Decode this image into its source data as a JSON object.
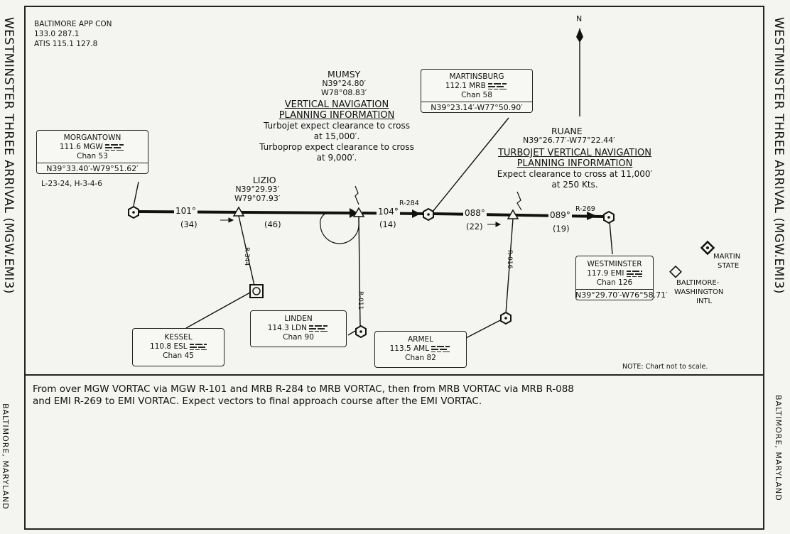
{
  "titles": {
    "left_title": "WESTMINSTER THREE ARRIVAL (MGW.EMI3)",
    "right_title": "WESTMINSTER THREE ARRIVAL (MGW.EMI3)",
    "left_location": "BALTIMORE, MARYLAND",
    "right_location": "BALTIMORE, MARYLAND"
  },
  "comms": {
    "approach_name": "BALTIMORE APP CON",
    "approach_freqs": "133.0 287.1",
    "atis": "ATIS 115.1 127.8"
  },
  "north_label": "N",
  "navaids": {
    "morgantown": {
      "name": "MORGANTOWN",
      "freq": "111.6 MGW",
      "chan": "Chan 53",
      "coords": "N39°33.40′-W79°51.62′",
      "extra": "L-23-24, H-3-4-6"
    },
    "martinsburg": {
      "name": "MARTINSBURG",
      "freq": "112.1 MRB",
      "chan": "Chan 58",
      "coords": "N39°23.14′-W77°50.90′"
    },
    "westminster": {
      "name": "WESTMINSTER",
      "freq": "117.9 EMI",
      "chan": "Chan 126",
      "coords": "N39°29.70′-W76°58.71′"
    },
    "kessel": {
      "name": "KESSEL",
      "freq": "110.8 ESL",
      "chan": "Chan 45"
    },
    "linden": {
      "name": "LINDEN",
      "freq": "114.3 LDN",
      "chan": "Chan 90"
    },
    "armel": {
      "name": "ARMEL",
      "freq": "113.5 AML",
      "chan": "Chan 82"
    }
  },
  "fixes": {
    "lizio": {
      "name": "LIZIO",
      "lat": "N39°29.93′",
      "lon": "W79°07.93′"
    },
    "mumsy": {
      "name": "MUMSY",
      "lat": "N39°24.80′",
      "lon": "W78°08.83′"
    },
    "ruane": {
      "name": "RUANE",
      "coords": "N39°26.77′-W77°22.44′"
    }
  },
  "vertical_nav": {
    "mumsy": {
      "heading1": "VERTICAL NAVIGATION",
      "heading2": "PLANNING INFORMATION",
      "l1": "Turbojet expect clearance to cross",
      "l2": "at 15,000′.",
      "l3": "Turboprop expect clearance to cross",
      "l4": "at 9,000′."
    },
    "ruane": {
      "heading1": "TURBOJET VERTICAL NAVIGATION",
      "heading2": "PLANNING INFORMATION",
      "l1": "Expect clearance to cross at 11,000′",
      "l2": "at 250 Kts."
    }
  },
  "legs": {
    "c1": "101°",
    "d1": "(34)",
    "d2": "(46)",
    "c3": "104°",
    "d3": "(14)",
    "c4": "088°",
    "d4": "(22)",
    "c5": "089°",
    "d5": "(19)"
  },
  "radials": {
    "r284": "R-284",
    "r269": "R-269",
    "r344": "R-344",
    "r011": "R-011",
    "r016": "R-016"
  },
  "airports": {
    "martin": "MARTIN",
    "martin2": "STATE",
    "bwi1": "BALTIMORE-",
    "bwi2": "WASHINGTON",
    "bwi3": "INTL"
  },
  "note": "NOTE: Chart not to scale.",
  "description": {
    "l1": "From over MGW VORTAC via MGW R-101 and MRB R-284 to MRB VORTAC, then from MRB VORTAC via MRB R-088",
    "l2": "and EMI R-269 to EMI VORTAC. Expect vectors to final approach course after the EMI VORTAC."
  },
  "colors": {
    "ink": "#111111",
    "paper": "#f4f4f1"
  }
}
